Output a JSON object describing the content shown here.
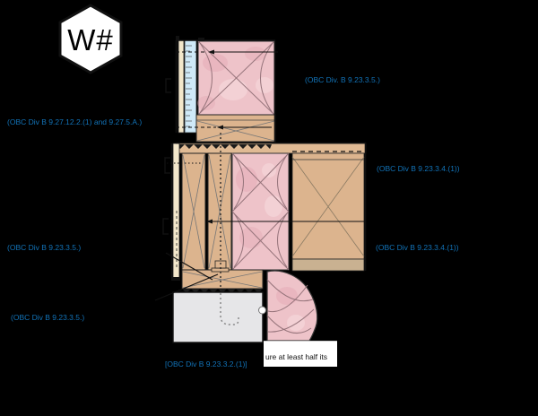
{
  "badge": {
    "label": "W#"
  },
  "colors": {
    "annotation_blue": "#1273b8",
    "wood_tan": "#dcb48e",
    "wood_dark_tan": "#c9b191",
    "cream": "#f3e7cb",
    "sheathing_blue": "#cfe9f8",
    "insulation_pink": "#eec3c9",
    "concrete_gray": "#e6e6e8",
    "background": "#000000"
  },
  "annotations": {
    "sheathing_top": "(OBC Div. B 9.23.3.5.)",
    "cladding": "(OBC Div B 9.27.12.2.(1) and 9.27.5.A.)",
    "subfloor_fastening": "(OBC Div B 9.23.3.4.(1))",
    "floor_framing": "(OBC Div B 9.23.3.4.(1))",
    "wall_framing": "(OBC Div B 9.23.3.5.)",
    "sill_plate": "(OBC Div B 9.23.3.5.)",
    "sill_anchor": "[OBC Div B 9.23.3.2.(1)]",
    "note_partial": "ure at least half its"
  }
}
